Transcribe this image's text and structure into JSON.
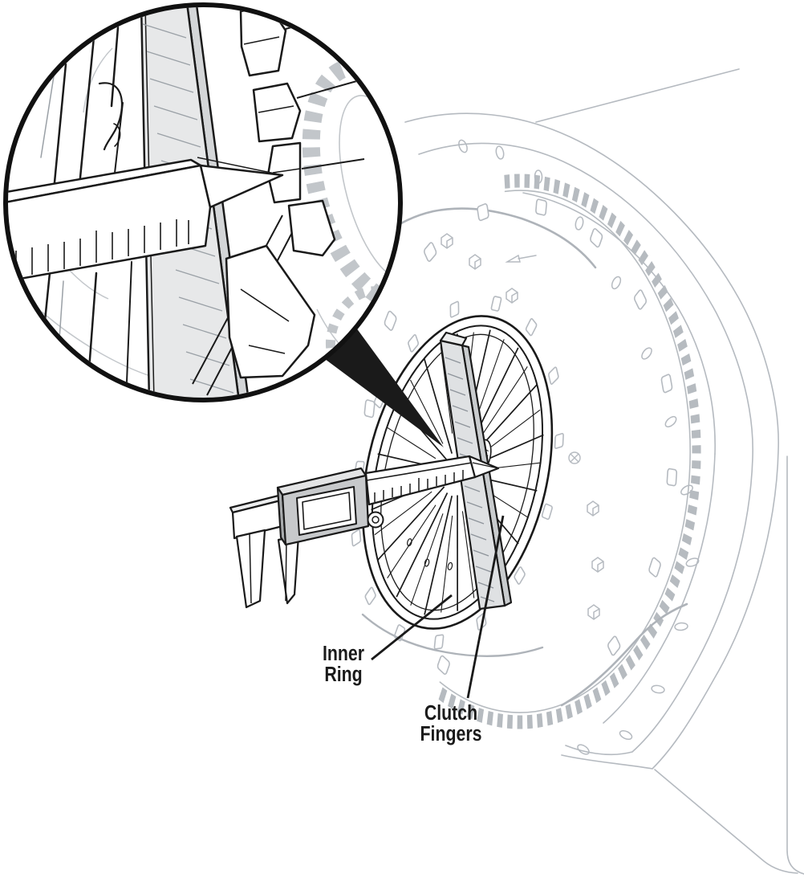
{
  "figure": {
    "labels": {
      "inner_ring": {
        "line1": "Inner",
        "line2": "Ring"
      },
      "clutch_fingers": {
        "line1": "Clutch",
        "line2": "Fingers"
      }
    },
    "colors": {
      "ink": "#1a1a1a",
      "line_gray": "#b5bac0",
      "metal_light": "#e2e4e6",
      "metal_mid": "#c7c9cb"
    }
  }
}
